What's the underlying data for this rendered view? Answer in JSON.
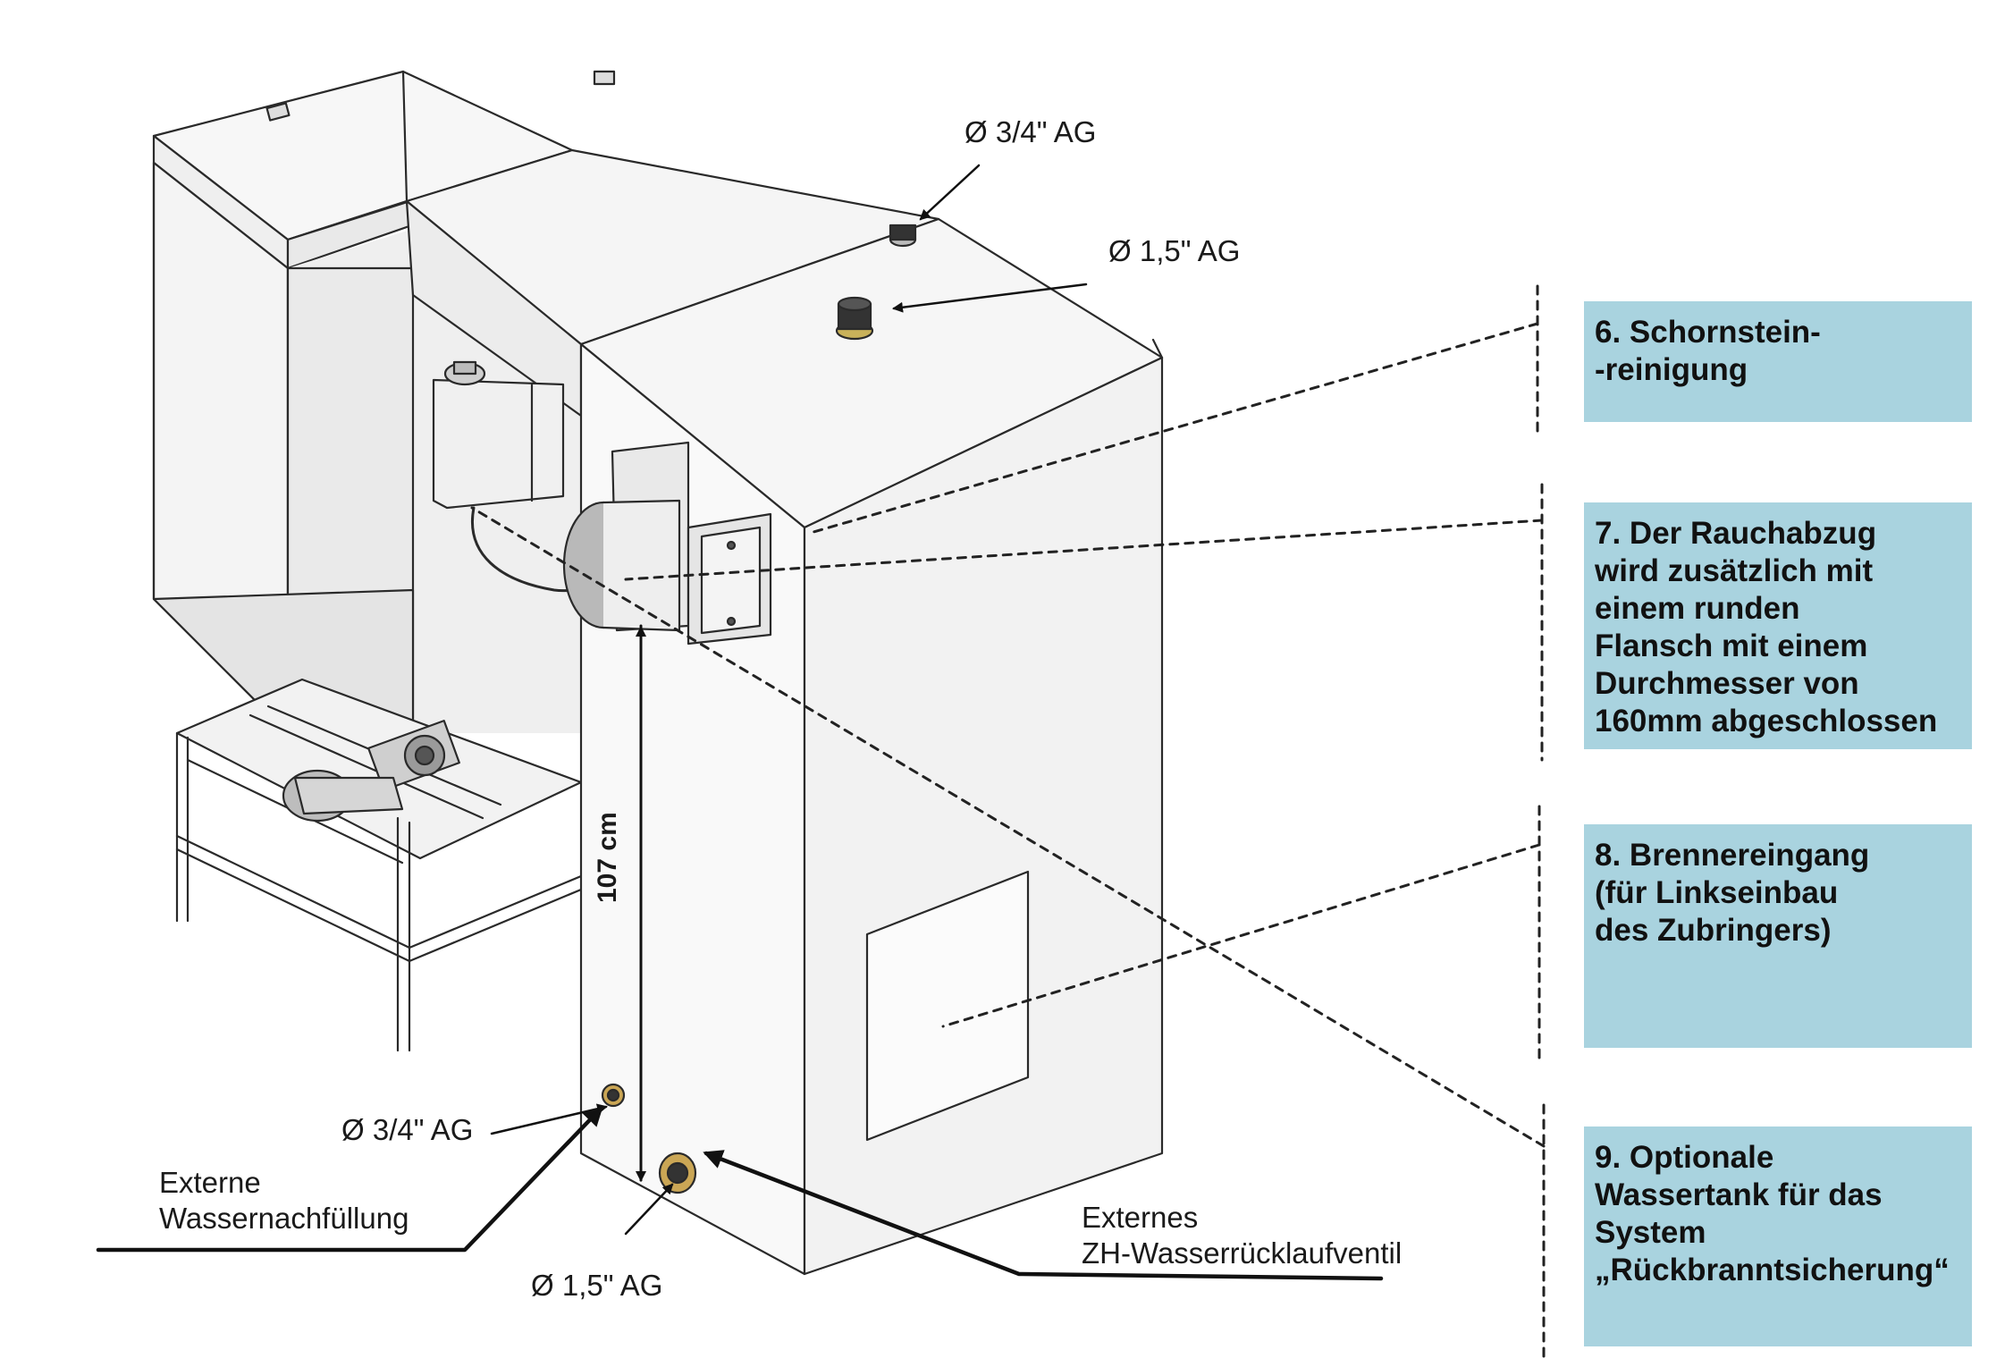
{
  "callouts": {
    "top_small_pipe": "Ø 3/4\" AG",
    "top_large_pipe": "Ø 1,5\" AG",
    "bottom_small_pipe": "Ø 3/4\" AG",
    "bottom_large_pipe": "Ø 1,5\" AG",
    "height_dimension": "107 cm",
    "external_refill": "Externe\nWassernachfüllung",
    "external_return_valve": "Externes\nZH-Wasserrücklaufventil"
  },
  "info_boxes": [
    {
      "text": "6. Schornstein-\n   -reinigung"
    },
    {
      "text": "7. Der Rauchabzug\nwird zusätzlich mit\neinem runden\nFlansch mit einem\nDurchmesser von\n160mm abgeschlossen"
    },
    {
      "text": "8. Brennereingang\n(für Linkseinbau\ndes Zubringers)"
    },
    {
      "text": "9. Optionale\nWassertank für das\nSystem\n„Rückbranntsicherung“"
    }
  ],
  "colors": {
    "box_fill": "#a9d3df",
    "line": "#2a2a2a",
    "text": "#1a1a1a"
  }
}
